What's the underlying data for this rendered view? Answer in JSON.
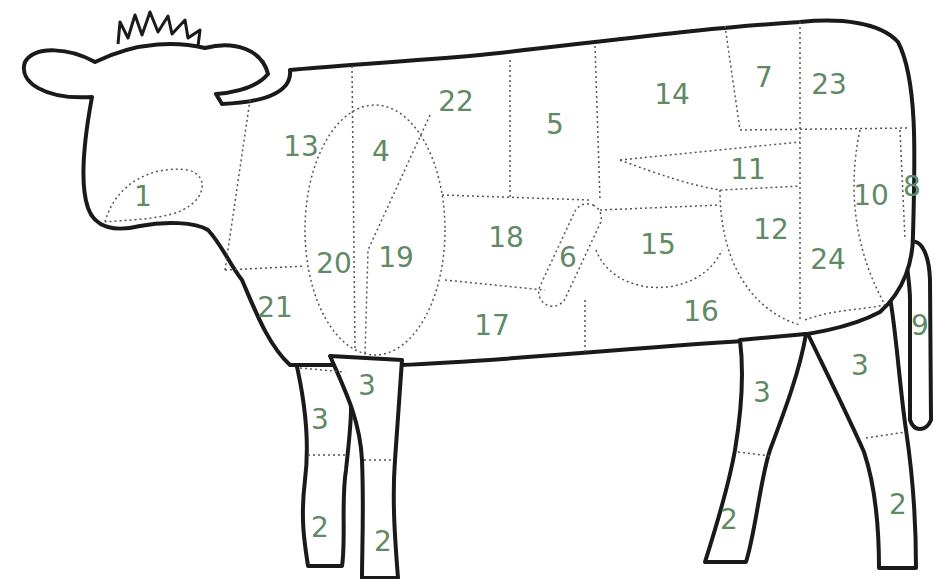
{
  "diagram": {
    "labels": [
      "7",
      "23",
      "14",
      "22",
      "5",
      "13",
      "4",
      "11",
      "8",
      "10",
      "1",
      "12",
      "18",
      "15",
      "24",
      "19",
      "6",
      "20",
      "21",
      "16",
      "17",
      "9",
      "3",
      "3",
      "3",
      "3",
      "2",
      "2",
      "2",
      "2"
    ]
  }
}
